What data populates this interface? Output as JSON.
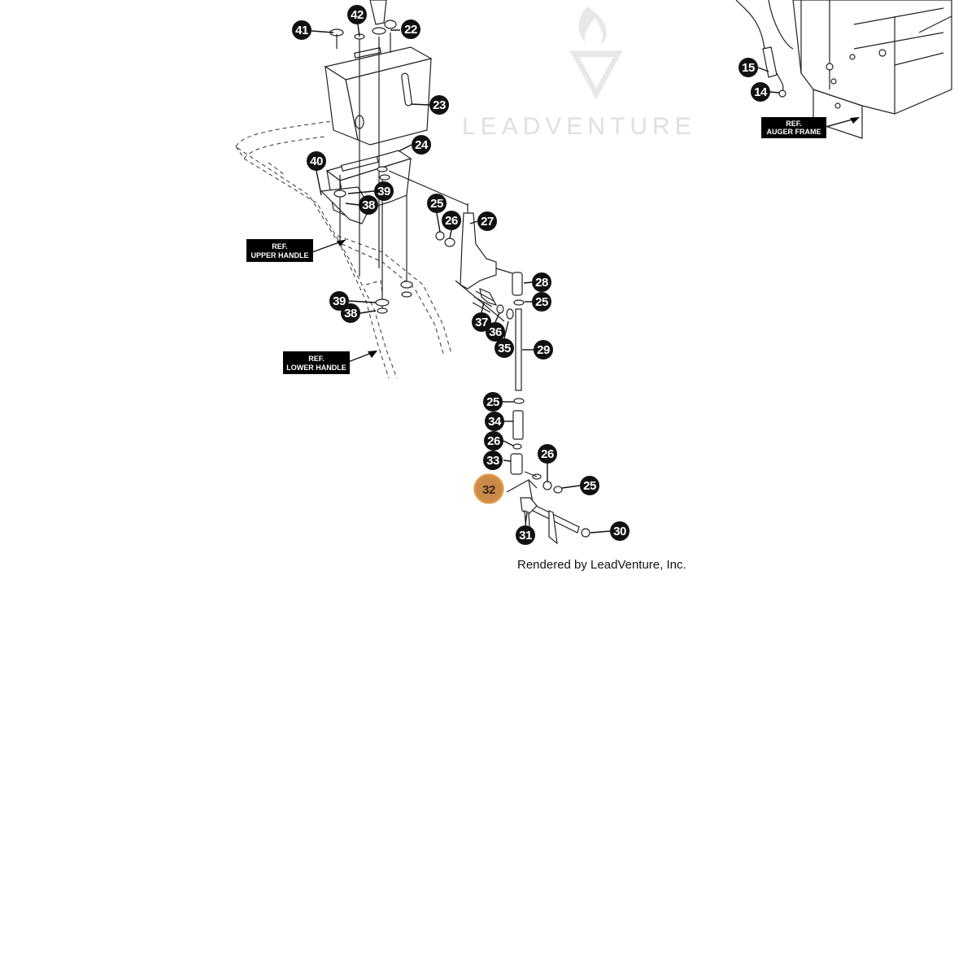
{
  "diagram": {
    "watermark": "LEADVENTURE",
    "credit": "Rendered by LeadVenture, Inc.",
    "highlight_color": "#e0953f",
    "ref_labels": [
      {
        "line1": "REF.",
        "line2": "UPPER HANDLE"
      },
      {
        "line1": "REF.",
        "line2": "LOWER HANDLE"
      },
      {
        "line1": "REF.",
        "line2": "AUGER FRAME"
      }
    ],
    "callouts": [
      "41",
      "42",
      "22",
      "23",
      "24",
      "40",
      "39",
      "38",
      "25",
      "26",
      "27",
      "28",
      "25",
      "37",
      "36",
      "35",
      "29",
      "39",
      "38",
      "25",
      "34",
      "26",
      "33",
      "26",
      "25",
      "32",
      "31",
      "30",
      "15",
      "14"
    ],
    "highlighted_callout": "32"
  }
}
